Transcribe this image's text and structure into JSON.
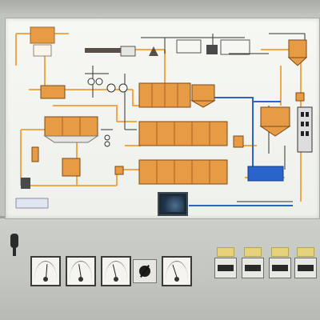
{
  "scene": {
    "subject": "process-control-cabinet",
    "colors": {
      "wall": "#c9ccc6",
      "panel": "#f4f5f1",
      "tank_orange": "#e89b45",
      "pipe_orange": "#f0a94a",
      "pipe_blue": "#2a63c9",
      "line_dark": "#333333",
      "counter_label": "#e6d27a"
    }
  },
  "mimic_panel": {
    "process_lines": [
      "orange",
      "blue",
      "black"
    ],
    "tanks": [
      "settling-tank-1",
      "settling-tank-2",
      "settling-tank-3",
      "clarifier",
      "filter-tank"
    ]
  },
  "instruments": {
    "gauges": [
      {
        "name": "gauge-1",
        "level": 0.55
      },
      {
        "name": "gauge-2",
        "level": 0.4
      },
      {
        "name": "gauge-3",
        "level": 0.35
      },
      {
        "name": "gauge-4",
        "level": 0.3
      }
    ],
    "counters": [
      "counter-1",
      "counter-2",
      "counter-3",
      "counter-4"
    ]
  },
  "icons": [
    "lever-switch-icon",
    "rotary-selector-icon",
    "monitor-icon"
  ]
}
